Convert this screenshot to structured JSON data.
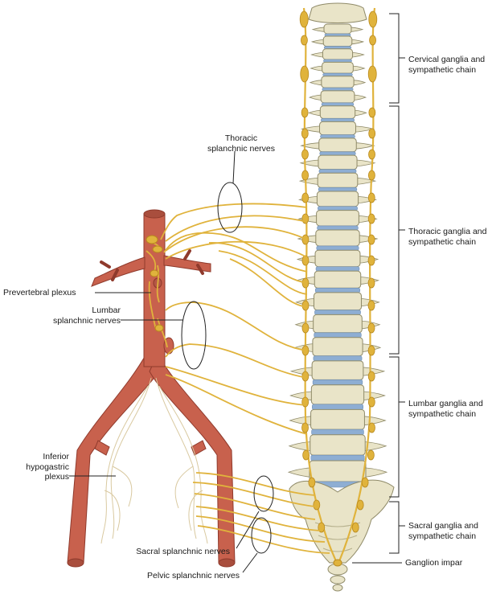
{
  "labels": {
    "thoracic_splanchnic_line1": "Thoracic",
    "thoracic_splanchnic_line2": "splanchnic nerves",
    "cervical_line1": "Cervical ganglia and",
    "cervical_line2": "sympathetic chain",
    "thoracic_ganglia_line1": "Thoracic ganglia and",
    "thoracic_ganglia_line2": "sympathetic chain",
    "prevertebral": "Prevertebral plexus",
    "lumbar_splanchnic_line1": "Lumbar",
    "lumbar_splanchnic_line2": "splanchnic nerves",
    "lumbar_ganglia_line1": "Lumbar ganglia and",
    "lumbar_ganglia_line2": "sympathetic chain",
    "inferior_hypogastric_line1": "Inferior",
    "inferior_hypogastric_line2": "hypogastric",
    "inferior_hypogastric_line3": "plexus",
    "sacral_ganglia_line1": "Sacral ganglia and",
    "sacral_ganglia_line2": "sympathetic chain",
    "ganglion_impar": "Ganglion impar",
    "sacral_splanchnic": "Sacral splanchnic nerves",
    "pelvic_splanchnic": "Pelvic splanchnic nerves"
  },
  "colors": {
    "bone": "#e9e4c8",
    "bone_outline": "#8f8a68",
    "disc": "#8eaed3",
    "nerve": "#e0b33c",
    "nerve_dark": "#b8891e",
    "artery": "#c8614d",
    "artery_dark": "#8f3a2c",
    "leader": "#222222"
  }
}
